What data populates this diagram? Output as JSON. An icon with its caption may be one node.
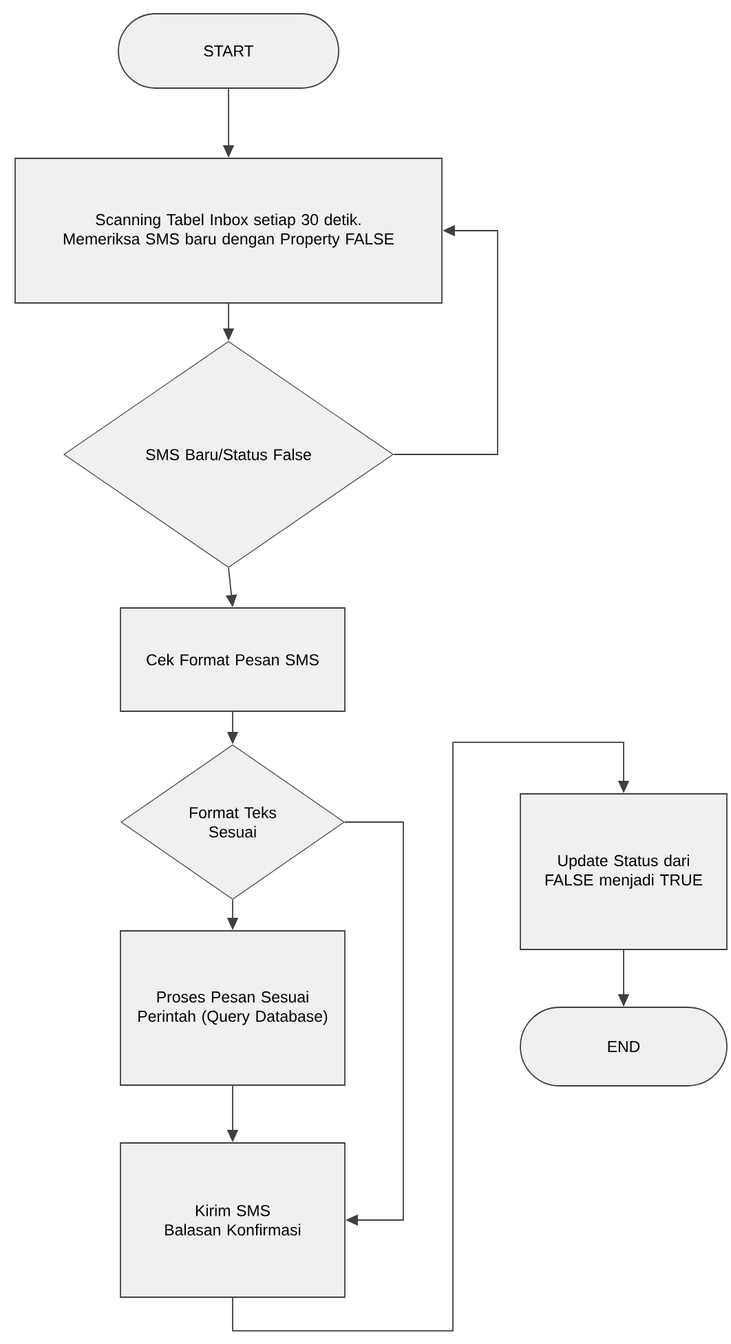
{
  "diagram": {
    "nodes": [
      {
        "text": [
          "START"
        ]
      },
      {
        "text": [
          "Scanning Tabel Inbox setiap 30 detik. Memeriksa SMS baru dengan Property FALSE"
        ]
      },
      {
        "text": [
          "SMS Baru/Status False"
        ]
      },
      {
        "text": [
          "Cek Format Pesan SMS"
        ]
      },
      {
        "text": [
          "Format Teks Sesuai"
        ]
      },
      {
        "text": [
          "Proses Pesan Sesuai Perintah (Query Database)"
        ]
      },
      {
        "text": [
          "Kirim SMS Balasan Konfirmasi"
        ]
      },
      {
        "text": [
          "Update Status dari FALSE menjadi TRUE"
        ]
      },
      {
        "text": [
          "END"
        ]
      }
    ],
    "edges": [
      {
        "from": 0,
        "to": 1,
        "arrow": "to"
      },
      {
        "from": 1,
        "to": 2,
        "arrow": "to"
      },
      {
        "from": 2,
        "to": 1,
        "arrow": "to"
      },
      {
        "from": 2,
        "to": 3,
        "arrow": "to"
      },
      {
        "from": 3,
        "to": 4,
        "arrow": "to"
      },
      {
        "from": 4,
        "to": 5,
        "arrow": "to"
      },
      {
        "from": 4,
        "to": 6,
        "arrow": "to"
      },
      {
        "from": 5,
        "to": 6,
        "arrow": "to"
      },
      {
        "from": 6,
        "to": 7,
        "arrow": "to"
      },
      {
        "from": 7,
        "to": 8,
        "arrow": "to"
      }
    ]
  }
}
